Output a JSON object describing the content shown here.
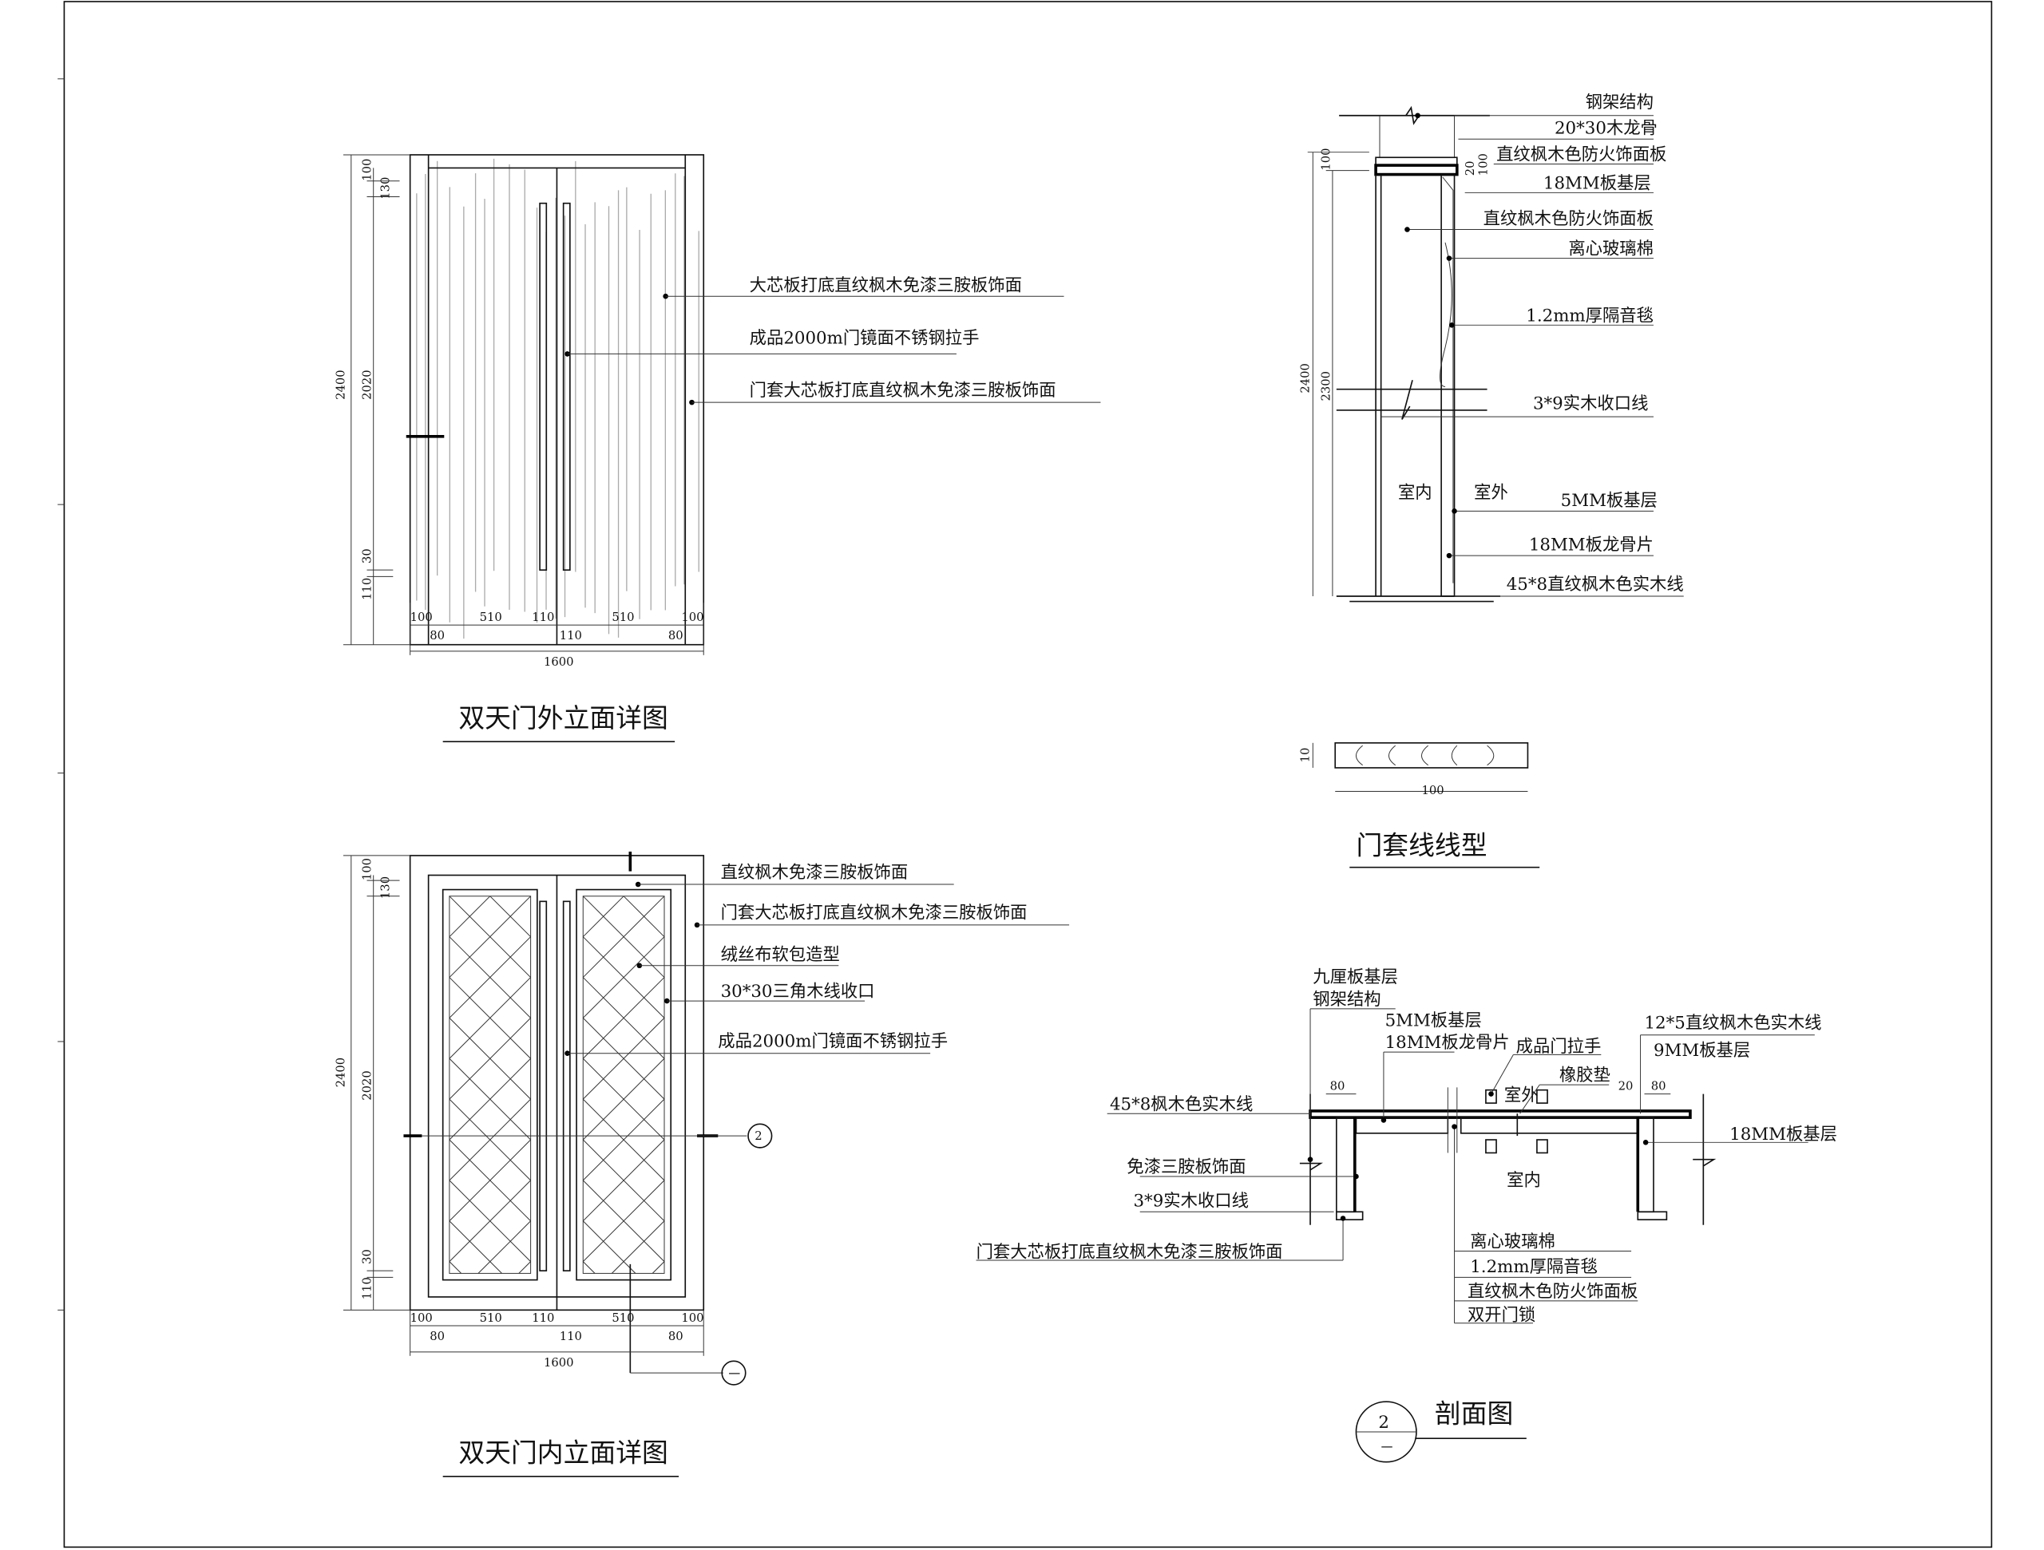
{
  "outer_elevation": {
    "title": "双天门外立面详图",
    "labels": [
      "大芯板打底直纹枫木免漆三胺板饰面",
      "成品2000m门镜面不锈钢拉手",
      "门套大芯板打底直纹枫木免漆三胺板饰面"
    ],
    "dims_bottom": [
      "100",
      "80",
      "510",
      "110",
      "110",
      "510",
      "80",
      "100"
    ],
    "dim_total": "1600",
    "dims_left": [
      "2400",
      "2020",
      "100",
      "130",
      "30",
      "110"
    ]
  },
  "inner_elevation": {
    "title": "双天门内立面详图",
    "labels": [
      "直纹枫木免漆三胺板饰面",
      "门套大芯板打底直纹枫木免漆三胺板饰面",
      "绒丝布软包造型",
      "30*30三角木线收口",
      "成品2000m门镜面不锈钢拉手"
    ],
    "dims_bottom": [
      "100",
      "80",
      "510",
      "110",
      "110",
      "510",
      "80",
      "100"
    ],
    "dim_total": "1600",
    "dims_left": [
      "2400",
      "2020",
      "100",
      "130",
      "30",
      "110"
    ],
    "section_mark": "2",
    "section_sub": "一"
  },
  "vertical_section": {
    "labels": [
      "钢架结构",
      "20*30木龙骨",
      "直纹枫木色防火饰面板",
      "18MM板基层",
      "直纹枫木色防火饰面板",
      "离心玻璃棉",
      "1.2mm厚隔音毯",
      "3*9实木收口线",
      "5MM板基层",
      "18MM板龙骨片",
      "45*8直纹枫木色实木线"
    ],
    "indoor": "室内",
    "outdoor": "室外",
    "dims": [
      "2400",
      "2300",
      "100",
      "20",
      "100"
    ]
  },
  "trim_profile": {
    "title": "门套线线型",
    "dims": [
      "10",
      "100"
    ]
  },
  "plan_section": {
    "title": "剖面图",
    "mark": "2",
    "mark_sub": "一",
    "labels_top_left": [
      "九厘板基层",
      "钢架结构"
    ],
    "labels_mid": [
      "5MM板基层",
      "18MM板龙骨片"
    ],
    "label_handle": "成品门拉手",
    "label_outdoor": "室外",
    "label_rubber": "橡胶垫",
    "labels_top_right": [
      "12*5直纹枫木色实木线",
      "9MM板基层"
    ],
    "label_right": "18MM板基层",
    "labels_left": [
      "45*8枫木色实木线",
      "免漆三胺板饰面",
      "3*9实木收口线",
      "门套大芯板打底直纹枫木免漆三胺板饰面"
    ],
    "labels_bottom": [
      "离心玻璃棉",
      "1.2mm厚隔音毯",
      "直纹枫木色防火饰面板",
      "双开门锁"
    ],
    "indoor": "室内",
    "dims": [
      "80",
      "20",
      "80"
    ]
  }
}
